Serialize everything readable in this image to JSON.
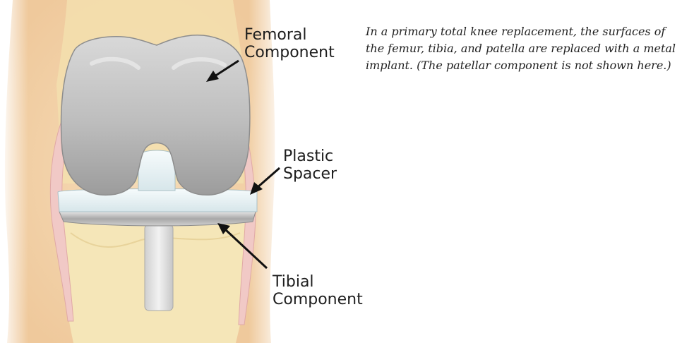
{
  "labels": {
    "femoral": [
      "Femoral",
      "Component"
    ],
    "plastic": [
      "Plastic",
      "Spacer"
    ],
    "tibial": [
      "Tibial",
      "Component"
    ]
  },
  "caption": "In a primary total knee replacement, the surfaces of the femur, tibia, and patella are replaced with a metal implant. (The patellar component is not shown here.)",
  "colors": {
    "skin": "#f3d4ad",
    "bone": "#f6e5b5",
    "metal": "#bcbcbc",
    "plastic": "#e8f1f3",
    "ligament": "#ecbfbe"
  }
}
